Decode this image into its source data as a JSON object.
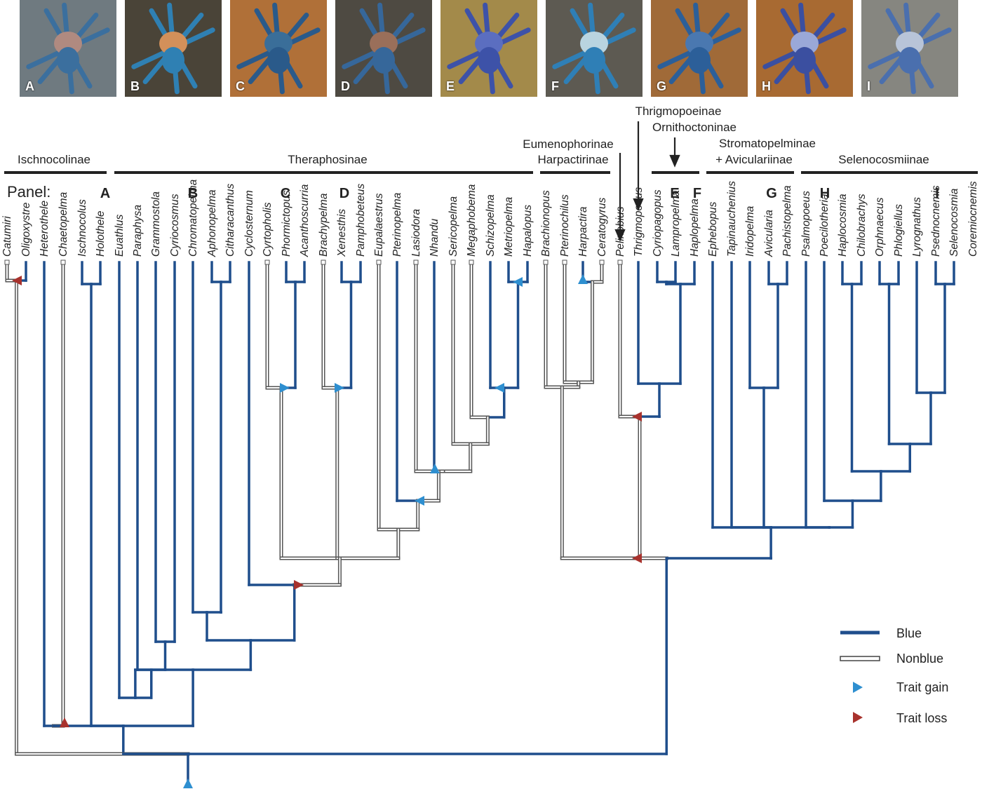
{
  "colors": {
    "blue": "#1f4e8c",
    "nonblue_fill": "#ffffff",
    "nonblue_edge": "#555555",
    "gain": "#2e8fd0",
    "loss": "#a8322d"
  },
  "photos": [
    {
      "letter": "A",
      "bg": "#6f7a80",
      "body": "#3b6f9e",
      "accent": "#b08a80"
    },
    {
      "letter": "B",
      "bg": "#4a4438",
      "body": "#2f80b3",
      "accent": "#d3905a"
    },
    {
      "letter": "C",
      "bg": "#b07038",
      "body": "#2a5a8a",
      "accent": "#3a6e99"
    },
    {
      "letter": "D",
      "bg": "#4e4a42",
      "body": "#36679a",
      "accent": "#9a6f5a"
    },
    {
      "letter": "E",
      "bg": "#a38a4a",
      "body": "#3d52a8",
      "accent": "#5b6ec0"
    },
    {
      "letter": "F",
      "bg": "#5d5a52",
      "body": "#2f7fb6",
      "accent": "#b9d4e0"
    },
    {
      "letter": "G",
      "bg": "#a06a38",
      "body": "#2c5f99",
      "accent": "#4a78b0"
    },
    {
      "letter": "H",
      "bg": "#a86a32",
      "body": "#3b4fa0",
      "accent": "#9aa8d8"
    },
    {
      "letter": "I",
      "bg": "#868680",
      "body": "#4a6fae",
      "accent": "#b8c4d8"
    }
  ],
  "subfamilies": {
    "ischnocolinae": "Ischnocolinae",
    "theraphosinae": "Theraphosinae",
    "eumenophorinae": "Eumenophorinae",
    "harpactirinae": "Harpactirinae",
    "thrigmopoeinae": "Thrigmopoeinae",
    "ornithoctoninae": "Ornithoctoninae",
    "stromatopelminae": "Stromatopelminae",
    "aviculariinae": "+ Aviculariinae",
    "selenocosmiinae": "Selenocosmiinae"
  },
  "panel_label": "Panel:",
  "panel_letters": [
    "A",
    "B",
    "C",
    "D",
    "E",
    "F",
    "G",
    "H",
    "I"
  ],
  "taxa": [
    "Catumiri",
    "Oligoxystre",
    "Heterothele",
    "Chaetopelma",
    "Ischnocolus",
    "Holothele",
    "Euathlus",
    "Paraphysa",
    "Grammostola",
    "Cyriocosmus",
    "Chromatopelma",
    "Aphonopelma",
    "Citharacanthus",
    "Cyclosternum",
    "Cyrtopholis",
    "Phormictopus",
    "Acanthoscurria",
    "Brachypelma",
    "Xenesthis",
    "Pamphobeteus",
    "Eupalaestrus",
    "Pterinopelma",
    "Lasiodora",
    "Nhandu",
    "Sericopelma",
    "Megaphobema",
    "Schizopelma",
    "Metriopelma",
    "Hapalopus",
    "Brachionopus",
    "Pterinochilus",
    "Harpactira",
    "Ceratogyrus",
    "Pelinobius",
    "Thrigmopoeus",
    "Cyriopagopus",
    "Lampropelma",
    "Haplopelma",
    "Ephebopus",
    "Tapinauchenius",
    "Iridopelma",
    "Avicularia",
    "Pachistopelma",
    "Psalmopoeus",
    "Poecilotheria",
    "Haplocosmia",
    "Chilobrachys",
    "Orphnaecus",
    "Phlogiellus",
    "Lyrognathus",
    "Psednocnemis",
    "Selenocosmia",
    "Coremiocnemis"
  ],
  "legend": {
    "blue": "Blue",
    "nonblue": "Nonblue",
    "gain": "Trait gain",
    "loss": "Trait loss"
  }
}
